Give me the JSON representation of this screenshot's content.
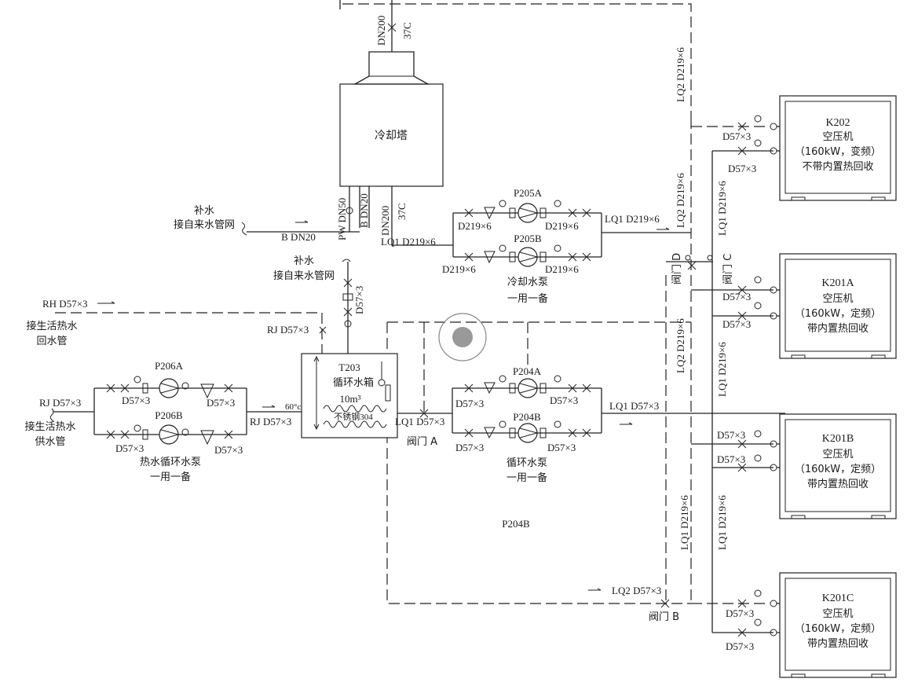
{
  "cooling_tower": {
    "title": "冷却塔",
    "top_pipe": "DN200",
    "top_temp": "37C",
    "outlet_pipe": "DN200",
    "outlet_temp": "37C",
    "makeup_pipe": "PW DN50",
    "blowdown_pipe": "B DN20"
  },
  "makeup_water_1": {
    "title": "补水",
    "source": "接自来水管网",
    "pipe": "B DN20"
  },
  "makeup_water_2": {
    "title": "补水",
    "source": "接自来水管网",
    "pipe": "D57×3"
  },
  "cooling_pumps": {
    "pump_a": "P205A",
    "pump_b": "P205B",
    "caption_1": "冷却水泵",
    "caption_2": "一用一备",
    "inlet_pipe": "LQ1 D219×6",
    "outlet_pipe": "LQ1 D219×6",
    "size_a_in": "D219×6",
    "size_a_out": "D219×6",
    "size_b_in": "D219×6",
    "size_b_out": "D219×6"
  },
  "tank": {
    "id": "T203",
    "name": "循环水箱",
    "volume": "10m³",
    "material": "不锈钢304",
    "outlet_pipe": "LQ1 D57×3",
    "inlet_rj": "RJ D57×3",
    "top_rj": "RJ D57×3",
    "temp": "60°c"
  },
  "circ_pumps": {
    "pump_a": "P204A",
    "pump_b": "P204B",
    "caption_1": "循环水泵",
    "caption_2": "一用一备",
    "outlet_pipe": "LQ1 D57×3",
    "size_a_in": "D57×3",
    "size_a_out": "D57×3",
    "size_b_in": "D57×3",
    "size_b_out": "D57×3",
    "bottom_label": "P204B"
  },
  "hot_pumps": {
    "pump_a": "P206A",
    "pump_b": "P206B",
    "caption_1": "热水循环水泵",
    "caption_2": "一用一备",
    "size_a_in": "D57×3",
    "size_a_out": "D57×3",
    "size_b_in": "D57×3",
    "size_b_out": "D57×3"
  },
  "rh_line": {
    "pipe": "RH D57×3",
    "desc_1": "接生活热水",
    "desc_2": "回水管"
  },
  "rj_line": {
    "pipe": "RJ D57×3",
    "desc_1": "接生活热水",
    "desc_2": "供水管"
  },
  "valves": {
    "a": "阀门 A",
    "b": "阀门 B",
    "c": "阀门 C",
    "d": "阀门 D"
  },
  "risers": {
    "lq2_top": "LQ2 D219×6",
    "lq2_mid": "LQ2 D219×6",
    "lq2_low": "LQ2 D219×6",
    "lq1_up": "LQ1 D219×6",
    "lq1_mid": "LQ1 D219×6",
    "lq1_low": "LQ1 D219×6",
    "lq1_left": "LQ1 D219×6",
    "lq2_bottom": "LQ2 D57×3"
  },
  "compressors": [
    {
      "id": "K202",
      "type": "空压机",
      "spec": "（160kW，变频）",
      "note": "不带内置热回收",
      "pipe_1": "D57×3",
      "pipe_2": "D57×3"
    },
    {
      "id": "K201A",
      "type": "空压机",
      "spec": "（160kW，定频）",
      "note": "带内置热回收",
      "pipe_1": "D57×3",
      "pipe_2": "D57×3"
    },
    {
      "id": "K201B",
      "type": "空压机",
      "spec": "（160kW，定频）",
      "note": "带内置热回收",
      "pipe_1": "D57×3",
      "pipe_2": "D57×3"
    },
    {
      "id": "K201C",
      "type": "空压机",
      "spec": "（160kW，定频）",
      "note": "带内置热回收",
      "pipe_1": "D57×3",
      "pipe_2": "D57×3"
    }
  ]
}
